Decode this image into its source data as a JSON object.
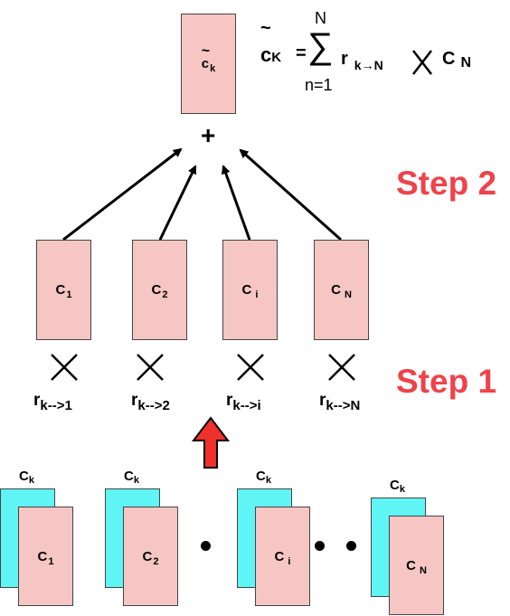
{
  "top": {
    "box_main": "c",
    "box_sub": "k",
    "plus": "+",
    "eq_lhs_main": "c",
    "eq_lhs_sub": "K",
    "eq_equals": "=",
    "eq_sum_upper": "N",
    "eq_sum_lower": "n=1",
    "eq_r_main": "r",
    "eq_r_sub": "k→N",
    "eq_c_main": "C",
    "eq_c_sub": "N"
  },
  "steps": {
    "step2": "Step 2",
    "step1": "Step 1"
  },
  "middle": {
    "boxes": [
      {
        "main": "C",
        "sub": "1"
      },
      {
        "main": "C",
        "sub": "2"
      },
      {
        "main": "C",
        "sub": " i"
      },
      {
        "main": "C",
        "sub": " N"
      }
    ],
    "weights": [
      {
        "main": "r",
        "sub": "k-->1"
      },
      {
        "main": "r",
        "sub": "k-->2"
      },
      {
        "main": "r",
        "sub": "k-->i"
      },
      {
        "main": "r",
        "sub": "k-->N"
      }
    ]
  },
  "bottom": {
    "pairs": [
      {
        "back_main": "C",
        "back_sub": "k",
        "front_main": "C",
        "front_sub": "1"
      },
      {
        "back_main": "C",
        "back_sub": "k",
        "front_main": "C",
        "front_sub": "2"
      },
      {
        "back_main": "C",
        "back_sub": "k",
        "front_main": "C",
        "front_sub": " i"
      },
      {
        "back_main": "C",
        "back_sub": "k",
        "front_main": "C",
        "front_sub": " N"
      }
    ]
  },
  "colors": {
    "pink_fill": "#f5c6c3",
    "cyan_fill": "#5ff5f5",
    "step_red": "#f0424a",
    "up_arrow_red": "#f0302a"
  }
}
